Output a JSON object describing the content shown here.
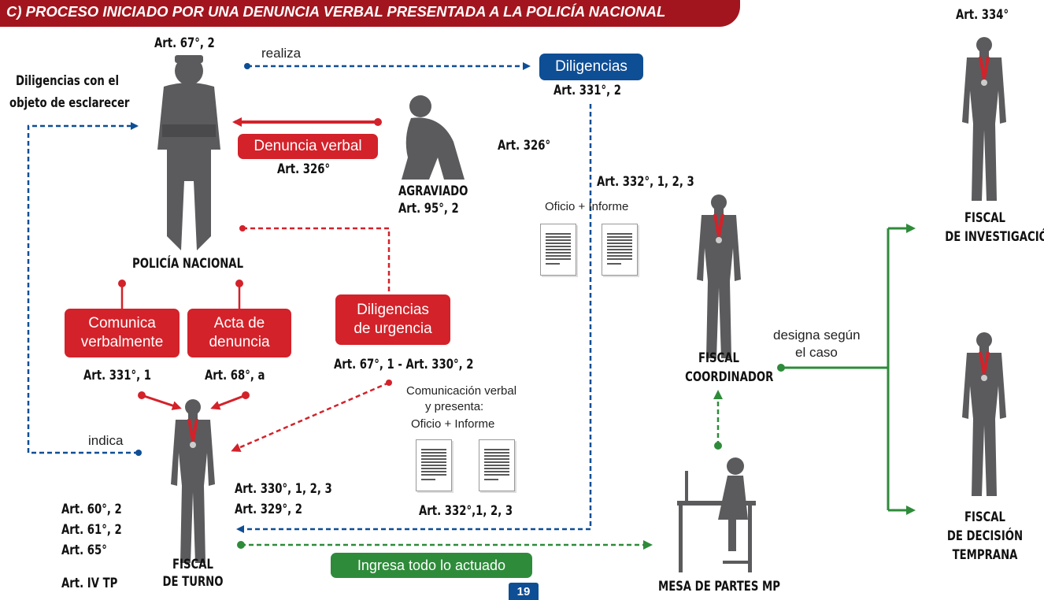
{
  "header": {
    "title": "C) PROCESO INICIADO POR UNA DENUNCIA VERBAL  PRESENTADA A LA POLICÍA NACIONAL",
    "bg_color": "#a3151e"
  },
  "colors": {
    "red": "#d3222a",
    "blue": "#0e4e95",
    "green": "#2e8b3a",
    "silhouette": "#5b5b5d"
  },
  "policia": {
    "ref": "Art. 67°, 2",
    "name": "POLICÍA NACIONAL"
  },
  "diligencias_esclarecer": {
    "line1": "Diligencias con el",
    "line2": "objeto de esclarecer"
  },
  "realiza": "realiza",
  "diligencias": {
    "label": "Diligencias",
    "ref": "Art. 331°, 2"
  },
  "denuncia_verbal": {
    "label": "Denuncia verbal",
    "ref": "Art. 326°"
  },
  "agraviado": {
    "name": "AGRAVIADO",
    "ref": "Art. 95°, 2"
  },
  "art326_right": "Art. 326°",
  "art332_top": "Art. 332°, 1, 2, 3",
  "oficio_informe_top": "Oficio + Informe",
  "comunica": {
    "line1": "Comunica",
    "line2": "verbalmente",
    "ref": "Art. 331°, 1"
  },
  "acta": {
    "line1": "Acta de",
    "line2": "denuncia",
    "ref": "Art. 68°, a"
  },
  "urgencia": {
    "line1": "Diligencias",
    "line2": "de urgencia",
    "ref": "Art. 67°, 1 - Art. 330°, 2"
  },
  "comunicacion": {
    "line1": "Comunicación verbal",
    "line2": "y  presenta:",
    "line3": "Oficio + Informe",
    "ref": "Art. 332°,1, 2, 3"
  },
  "indica": "indica",
  "fiscal_turno": {
    "line1": "FISCAL",
    "line2": "DE TURNO",
    "refs": [
      "Art. 60°, 2",
      "Art. 61°, 2",
      "Art. 65°"
    ],
    "tp": "Art. IV TP"
  },
  "art330": "Art. 330°, 1, 2, 3",
  "art329": "Art. 329°, 2",
  "ingresa": "Ingresa todo lo actuado",
  "page_number": "19",
  "mesa": "MESA DE PARTES MP",
  "coordinador": {
    "line1": "FISCAL",
    "line2": "COORDINADOR"
  },
  "designa": {
    "line1": "designa según",
    "line2": "el caso"
  },
  "art334": "Art. 334°",
  "investigacion": {
    "line1": "FISCAL",
    "line2": "DE INVESTIGACIÓN"
  },
  "decision": {
    "line1": "FISCAL",
    "line2": "DE DECISIÓN",
    "line3": "TEMPRANA"
  }
}
